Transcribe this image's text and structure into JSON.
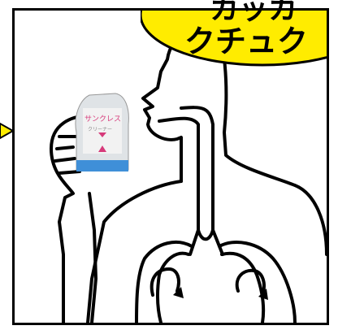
{
  "speech_bubble": {
    "line1": "カッカ",
    "line2": "クチュク"
  },
  "inhaler": {
    "brand_label": "サンクレス",
    "sub_label": "クリーナー",
    "color_label": "#d63a7a",
    "color_top": "#d7dbde",
    "color_bottom": "#3f8fd8"
  },
  "colors": {
    "bubble_fill": "#ffec00",
    "line": "#000000"
  }
}
